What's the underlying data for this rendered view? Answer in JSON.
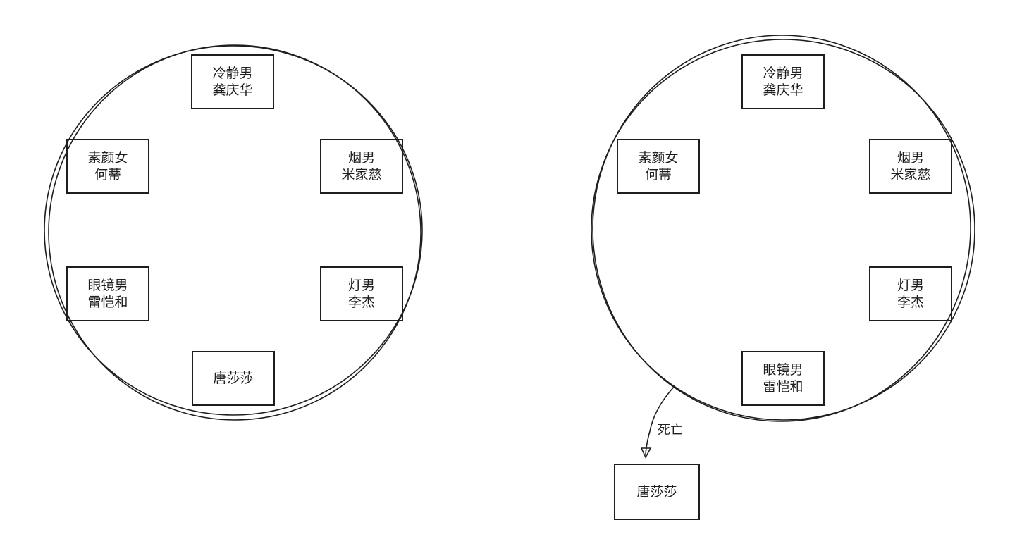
{
  "left_diagram": {
    "seats": [
      {
        "line1": "冷静男",
        "line2": "龚庆华"
      },
      {
        "line1": "素颜女",
        "line2": "何蒂"
      },
      {
        "line1": "烟男",
        "line2": "米家慈"
      },
      {
        "line1": "眼镜男",
        "line2": "雷恺和"
      },
      {
        "line1": "灯男",
        "line2": "李杰"
      },
      {
        "line1": "唐莎莎",
        "line2": ""
      }
    ]
  },
  "right_diagram": {
    "seats": [
      {
        "line1": "冷静男",
        "line2": "龚庆华"
      },
      {
        "line1": "素颜女",
        "line2": "何蒂"
      },
      {
        "line1": "烟男",
        "line2": "米家慈"
      },
      {
        "line1": "灯男",
        "line2": "李杰"
      },
      {
        "line1": "眼镜男",
        "line2": "雷恺和"
      }
    ],
    "arrow_label": "死亡",
    "outside": {
      "line1": "唐莎莎",
      "line2": ""
    }
  },
  "stroke_color": "#1e1e1e"
}
